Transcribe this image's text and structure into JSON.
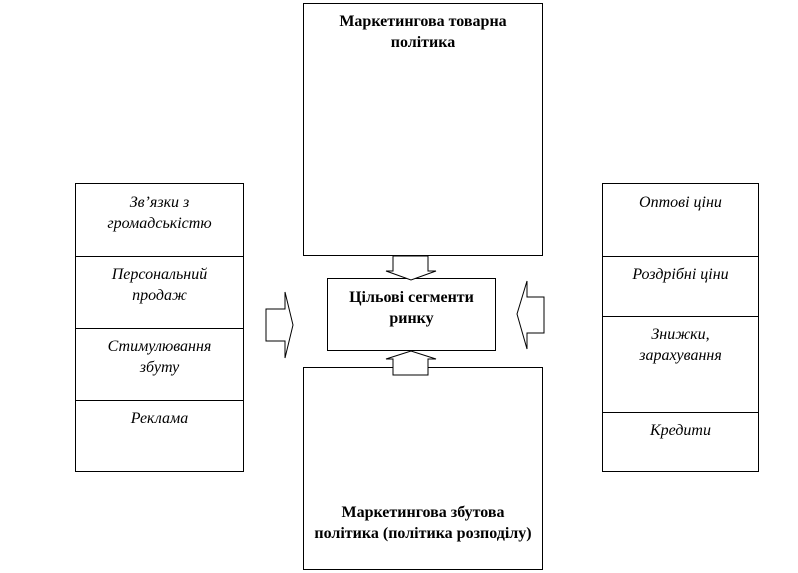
{
  "top_box": {
    "title": "Маркетингова товарна політика"
  },
  "center_box": {
    "title": "Цільові сегменти ринку"
  },
  "bottom_box": {
    "title": "Маркетингова збутова політика (політика розподілу)"
  },
  "left_box": {
    "items": [
      "Зв’язки з громадськістю",
      "Персональний продаж",
      "Стимулювання збуту",
      "Реклама"
    ]
  },
  "right_box": {
    "items": [
      "Оптові ціни",
      "Роздрібні ціни",
      "Знижки, зарахування",
      "Кредити"
    ]
  }
}
